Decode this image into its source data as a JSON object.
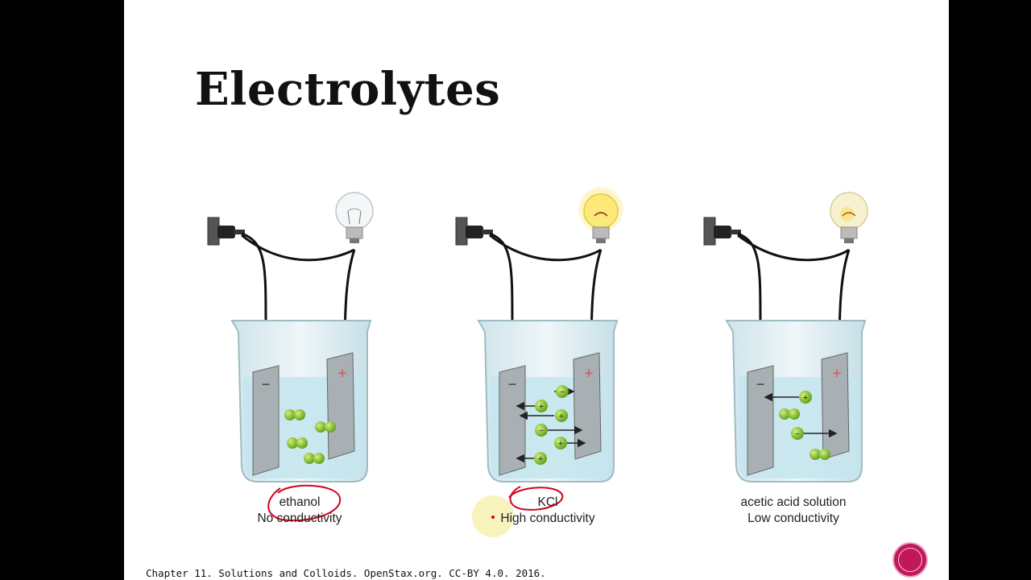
{
  "slide": {
    "title": "Electrolytes",
    "footer": "Chapter 11.  Solutions and Colloids.  OpenStax.org.  CC-BY 4.0.  2016.",
    "beakers": [
      {
        "solution": "ethanol",
        "conductivity": "No conductivity",
        "bulb_state": "off"
      },
      {
        "solution": "KCl",
        "conductivity": "High conductivity",
        "bulb_state": "bright"
      },
      {
        "solution": "acetic acid solution",
        "conductivity": "Low conductivity",
        "bulb_state": "dim"
      }
    ],
    "electrode_signs": {
      "negative": "−",
      "positive": "+"
    },
    "ion_sign": "+"
  },
  "colors": {
    "title": "#111111",
    "water": "#bfe3ec",
    "ion_green": "#7cc42a",
    "annotation_red": "#d0021b",
    "bulb_glow": "#f7e37a",
    "nav_button": "#c2185b"
  }
}
